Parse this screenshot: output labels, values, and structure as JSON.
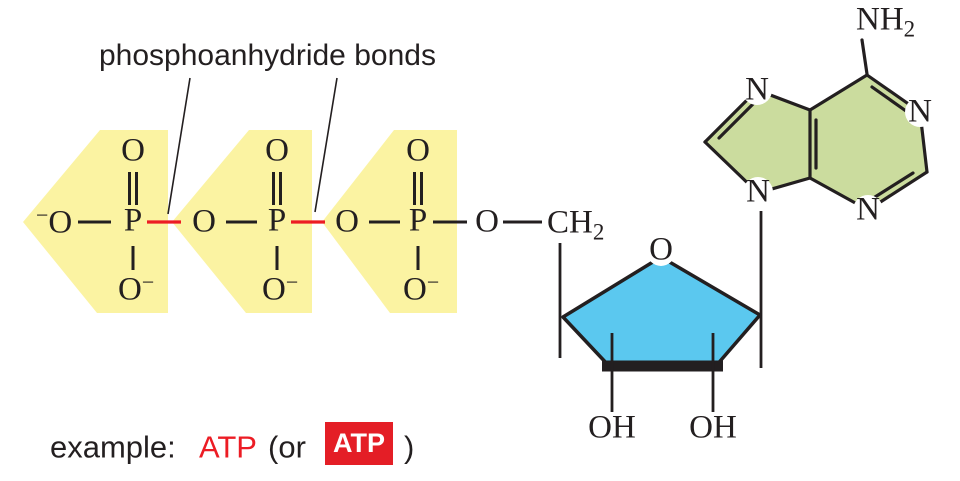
{
  "figure": {
    "annotation": "phosphoanhydride bonds",
    "example": {
      "prefix": "example:",
      "molecule": "ATP",
      "or_open": "(or",
      "badge": "ATP",
      "close": ")"
    }
  },
  "molecule": {
    "phosphate_chain": {
      "terminal_minus": "−",
      "terminal_o": "O",
      "bridge_o": [
        "O",
        "O",
        "O"
      ],
      "groups": [
        {
          "p": "P",
          "top_o": "O",
          "bottom_o": "O",
          "bottom_minus": "−"
        },
        {
          "p": "P",
          "top_o": "O",
          "bottom_o": "O",
          "bottom_minus": "−"
        },
        {
          "p": "P",
          "top_o": "O",
          "bottom_o": "O",
          "bottom_minus": "−"
        }
      ]
    },
    "sugar": {
      "ch": "CH",
      "ch_sub": "2",
      "ring_o": "O",
      "oh_left": "OH",
      "oh_right": "OH"
    },
    "base": {
      "nh": "NH",
      "nh_sub": "2",
      "n_labels": [
        "N",
        "N",
        "N",
        "N"
      ]
    }
  },
  "colors": {
    "phosphate_highlight": "#FBF3A2",
    "ribose_fill": "#5BC8EF",
    "adenine_fill": "#CBDC9E",
    "bond_red": "#EC1C24",
    "badge_red": "#E41E26",
    "ink": "#231F20"
  }
}
